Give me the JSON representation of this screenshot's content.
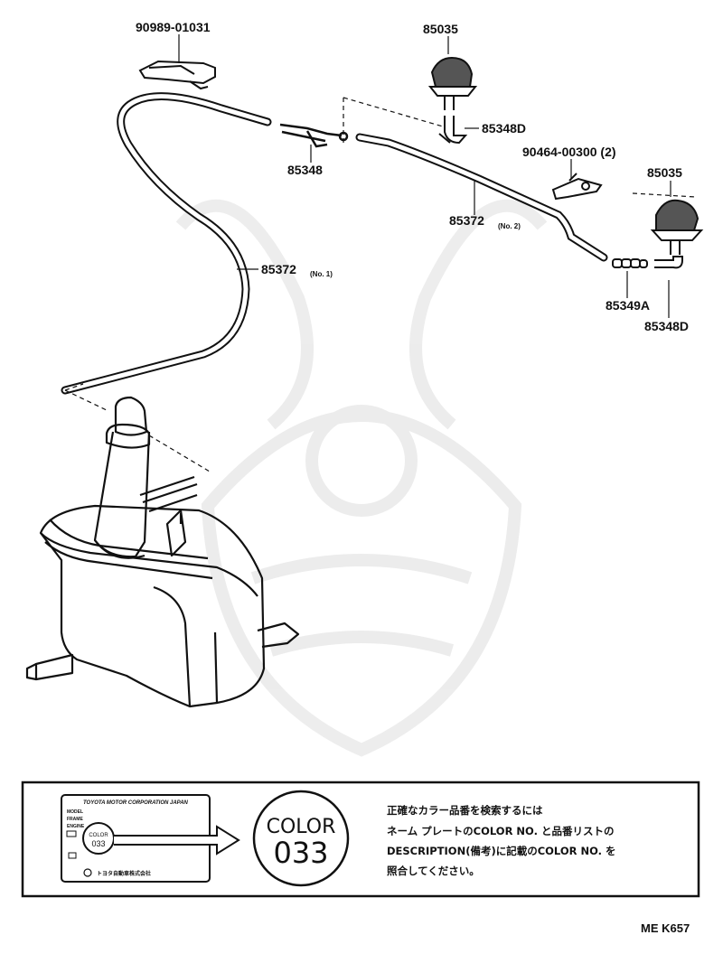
{
  "parts": {
    "bracket": "90989-01031",
    "nozzle_left": "85035",
    "elbow_left": "85348D",
    "joint": "85348",
    "clip": "90464-00300 (2)",
    "nozzle_right": "85035",
    "hose_no2": "85372",
    "hose_no2_suffix": "(No. 2)",
    "hose_no1": "85372",
    "hose_no1_suffix": "(No. 1)",
    "check_valve": "85349A",
    "elbow_right": "85348D"
  },
  "notice": {
    "nameplate_header": "TOYOTA MOTOR CORPORATION JAPAN",
    "nameplate_rows": [
      "MODEL",
      "FRAME",
      "ENGINE"
    ],
    "nameplate_color_label": "COLOR",
    "nameplate_color_code": "033",
    "nameplate_footer": "トヨタ自動車株式会社",
    "badge_label": "COLOR",
    "badge_code": "033",
    "text_lines": [
      "正確なカラー品番を検索するには",
      "ネーム プレートのCOLOR NO. と品番リストの",
      "DESCRIPTION(備考)に記載のCOLOR NO. を",
      "照合してください。"
    ]
  },
  "reference_code": "ME K657"
}
